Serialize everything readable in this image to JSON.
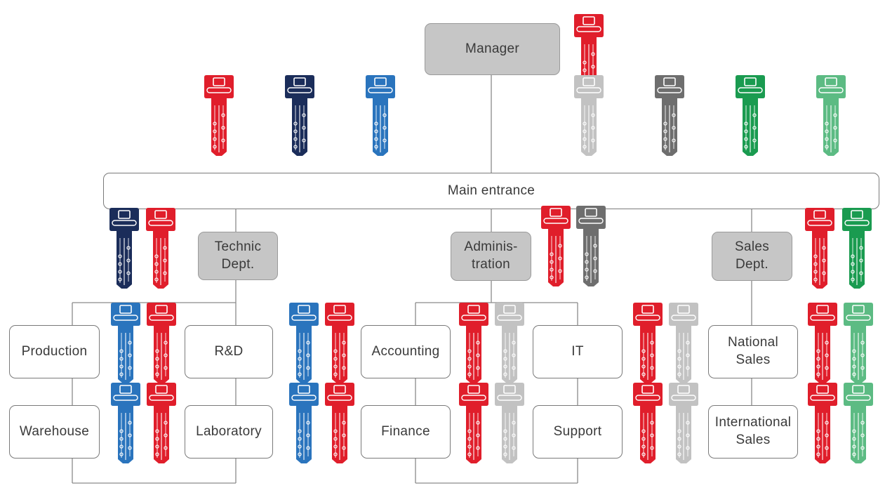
{
  "diagram": {
    "manager": "Manager",
    "main_entrance": "Main entrance",
    "departments": [
      {
        "id": "technic",
        "label": "Technic\nDept."
      },
      {
        "id": "administration",
        "label": "Adminis-\ntration"
      },
      {
        "id": "sales",
        "label": "Sales\nDept."
      }
    ],
    "units": [
      {
        "id": "production",
        "label": "Production"
      },
      {
        "id": "r-and-d",
        "label": "R&D"
      },
      {
        "id": "warehouse",
        "label": "Warehouse"
      },
      {
        "id": "laboratory",
        "label": "Laboratory"
      },
      {
        "id": "accounting",
        "label": "Accounting"
      },
      {
        "id": "it",
        "label": "IT"
      },
      {
        "id": "finance",
        "label": "Finance"
      },
      {
        "id": "support",
        "label": "Support"
      },
      {
        "id": "national-sales",
        "label": "National\nSales"
      },
      {
        "id": "international-sales",
        "label": "International\nSales"
      }
    ]
  },
  "key_colors": {
    "red": "#e01e2b",
    "navy": "#1b2d5a",
    "blue": "#2a74bd",
    "light_gray": "#c2c2c2",
    "dark_gray": "#6e6e6e",
    "green": "#1a9b50",
    "light_green": "#5cbb83"
  }
}
